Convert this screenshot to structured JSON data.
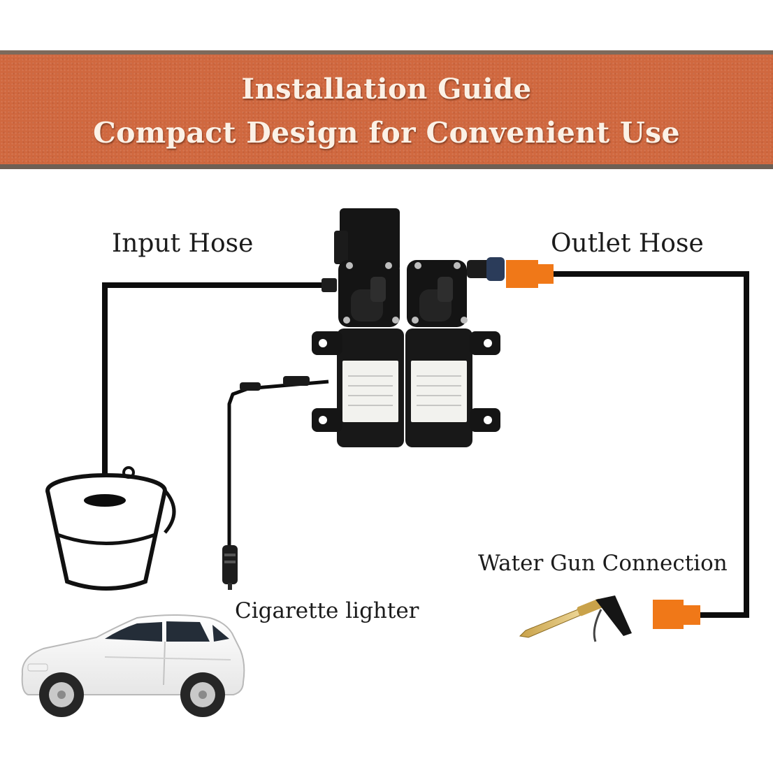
{
  "banner": {
    "line1": "Installation Guide",
    "line2": "Compact Design for Convenient Use"
  },
  "labels": {
    "input_hose": "Input Hose",
    "outlet_hose": "Outlet Hose",
    "water_gun_connection": "Water Gun Connection",
    "cigarette_lighter": "Cigarette lighter"
  },
  "colors": {
    "banner_background": "#d0683f",
    "banner_text": "#fbf1e6",
    "hose": "#0d0d0d",
    "connector": "#f07818",
    "pump_body": "#151515"
  },
  "icons": [
    "bucket-icon",
    "water-pump-icon",
    "car-icon",
    "spray-gun-icon",
    "cigarette-lighter-plug-icon"
  ]
}
